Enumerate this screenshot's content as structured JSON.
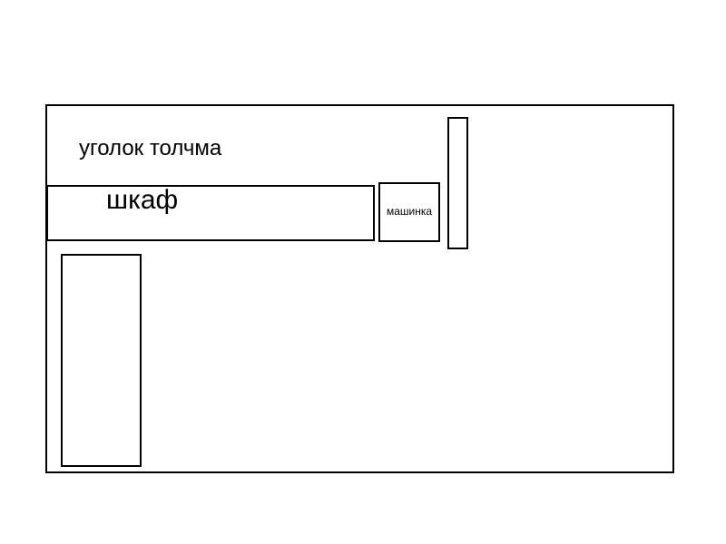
{
  "plan": {
    "room_label": "уголок толчма",
    "cabinet_label": "шкаф",
    "machine_label": "машинка"
  },
  "colors": {
    "stroke": "#000000",
    "background": "#ffffff"
  }
}
